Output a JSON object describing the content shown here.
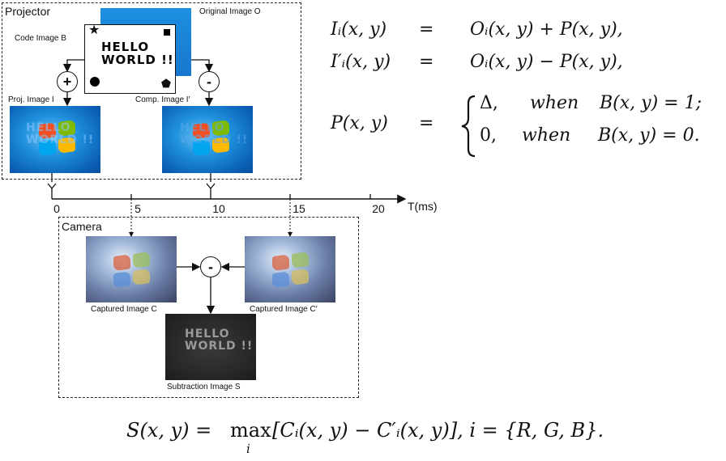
{
  "projector": {
    "title": "Projector",
    "original_label": "Original Image O",
    "code_label": "Code Image B",
    "code_text_line1": "HELLO",
    "code_text_line2": "WORLD !!",
    "proj_label": "Proj. Image I",
    "comp_label": "Comp. Image I′",
    "plus_symbol": "+",
    "minus_symbol": "-",
    "ghost_text_line1": "HELLO",
    "ghost_text_line2": "WORLD !!"
  },
  "timeline": {
    "axis_label": "T(ms)",
    "ticks": [
      "0",
      "5",
      "10",
      "15",
      "20"
    ]
  },
  "camera": {
    "title": "Camera",
    "captured_label": "Captured Image C",
    "captured_prime_label": "Captured Image C′",
    "subtraction_label": "Subtraction Image S",
    "minus_symbol": "-",
    "sub_text_line1": "HELLO",
    "sub_text_line2": "WORLD !!"
  },
  "equations": {
    "row1_lhs": "Iᵢ(x, y)",
    "row1_eq": "=",
    "row1_rhs": "Oᵢ(x, y) + P(x, y),",
    "row2_lhs": "I′ᵢ(x, y)",
    "row2_eq": "=",
    "row2_rhs": "Oᵢ(x, y) − P(x, y),",
    "row3_lhs": "P(x, y)",
    "row3_eq": "=",
    "case1_val": "Δ,",
    "case1_when": "when",
    "case1_cond": "B(x, y) = 1;",
    "case2_val": "0,",
    "case2_when": "when",
    "case2_cond": "B(x, y) = 0.",
    "bottom_lhs": "S(x, y) =",
    "bottom_max": "max",
    "bottom_sub": "i",
    "bottom_rhs": "[Cᵢ(x, y) − C′ᵢ(x, y)], i = {R, G, B}."
  }
}
